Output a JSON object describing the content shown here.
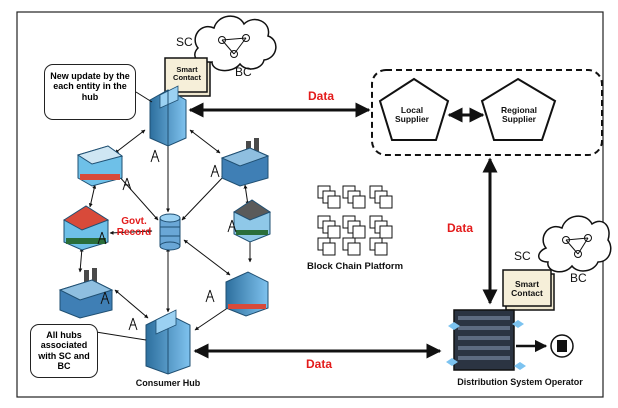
{
  "labels": {
    "sc_top": "SC",
    "bc_top": "BC",
    "smart_contract_top": "Smart Contact",
    "new_update": "New update by the each entity in the hub",
    "data_top": "Data",
    "local_supplier": "Local Supplier",
    "regional_supplier": "Regional Supplier",
    "govt_record": "Govt. Record",
    "block_chain_platform": "Block Chain Platform",
    "data_right": "Data",
    "sc_right": "SC",
    "bc_right": "BC",
    "smart_contract_right": "Smart Contact",
    "all_hubs": "All hubs associated with SC and BC",
    "consumer_hub": "Consumer Hub",
    "data_bottom": "Data",
    "dso": "Distribution System Operator"
  },
  "colors": {
    "accent_red": "#e31b1b",
    "building_blue": "#4aa3dd",
    "building_dark": "#2d6f9e",
    "roof_red": "#d84a3a",
    "line": "#111111"
  }
}
